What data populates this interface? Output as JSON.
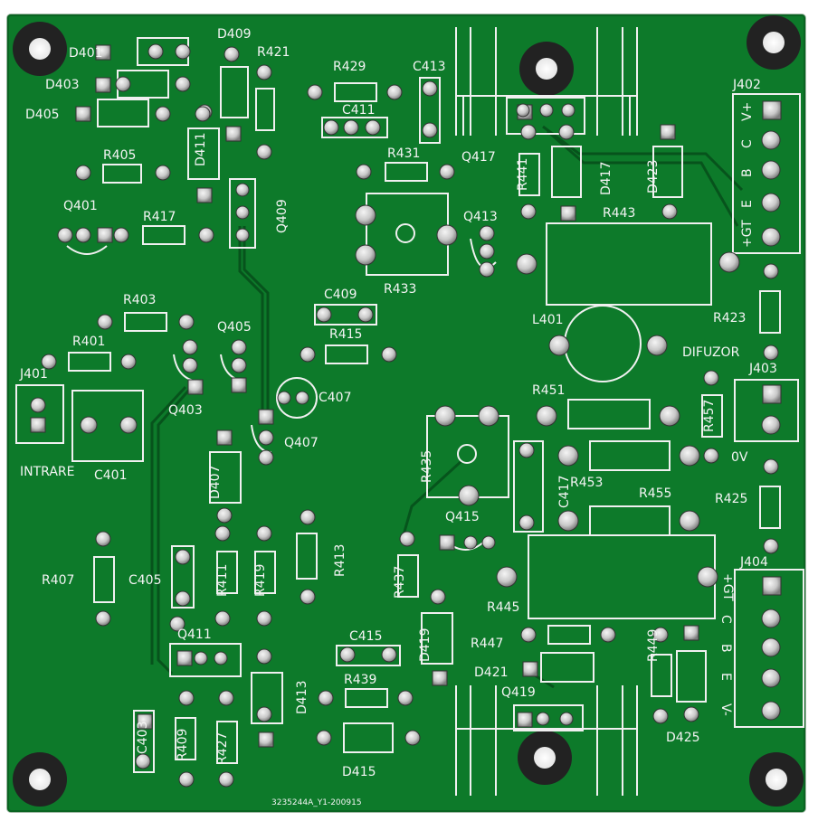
{
  "board": {
    "serial": "3235244A_Y1-200915"
  },
  "labels": {
    "D401": "D401",
    "D403": "D403",
    "D405": "D405",
    "D409": "D409",
    "D411": "D411",
    "R405": "R405",
    "R417": "R417",
    "R421": "R421",
    "R429": "R429",
    "C413": "C413",
    "C411": "C411",
    "R431": "R431",
    "Q417": "Q417",
    "R441": "R441",
    "D417": "D417",
    "D423": "D423",
    "J402": "J402",
    "Q401": "Q401",
    "Q409": "Q409",
    "Q413": "Q413",
    "R443": "R443",
    "R433": "R433",
    "R403": "R403",
    "C409": "C409",
    "Q405": "Q405",
    "L401": "L401",
    "R423": "R423",
    "R401": "R401",
    "R415": "R415",
    "DIFUZOR": "DIFUZOR",
    "J401": "J401",
    "J403": "J403",
    "C407": "C407",
    "Q403": "Q403",
    "R451": "R451",
    "R457": "R457",
    "INTRARE": "INTRARE",
    "C401": "C401",
    "Q407": "Q407",
    "R435": "R435",
    "C417": "C417",
    "R453": "R453",
    "OV": "0V",
    "D407": "D407",
    "R455": "R455",
    "R425": "R425",
    "Q415": "Q415",
    "R407": "R407",
    "C405": "C405",
    "R411": "R411",
    "R419": "R419",
    "R413": "R413",
    "R437": "R437",
    "R445": "R445",
    "J404": "J404",
    "D419": "D419",
    "R447": "R447",
    "R449": "R449",
    "Q411": "Q411",
    "C415": "C415",
    "D421": "D421",
    "D413": "D413",
    "R439": "R439",
    "Q419": "Q419",
    "C403": "C403",
    "R409": "R409",
    "R427": "R427",
    "D415": "D415",
    "D425": "D425"
  },
  "connector_pins": {
    "J402": [
      "V+",
      "C",
      "B",
      "E",
      "+GT"
    ],
    "J404": [
      "+GT",
      "C",
      "B",
      "E",
      "V-"
    ]
  }
}
